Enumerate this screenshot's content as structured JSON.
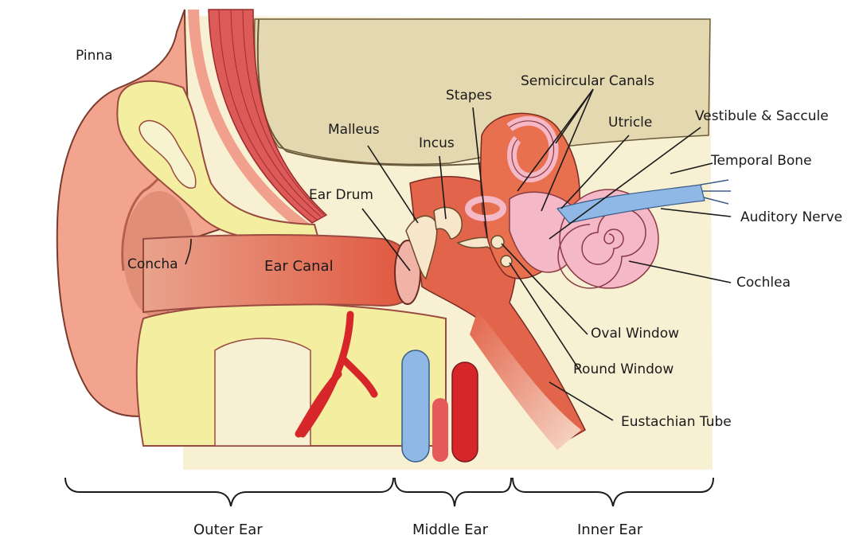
{
  "labels": {
    "pinna": "Pinna",
    "concha": "Concha",
    "ear_canal": "Ear Canal",
    "ear_drum": "Ear Drum",
    "malleus": "Malleus",
    "incus": "Incus",
    "stapes": "Stapes",
    "semicircular_canals": "Semicircular Canals",
    "utricle": "Utricle",
    "vestibule_saccule": "Vestibule & Saccule",
    "temporal_bone": "Temporal Bone",
    "auditory_nerve": "Auditory Nerve",
    "cochlea": "Cochlea",
    "oval_window": "Oval Window",
    "round_window": "Round Window",
    "eustachian_tube": "Eustachian Tube"
  },
  "sections": {
    "outer_ear": "Outer Ear",
    "middle_ear": "Middle Ear",
    "inner_ear": "Inner Ear"
  },
  "colors": {
    "skin": "#f2a48e",
    "skin_dark": "#d9846c",
    "cartilage": "#f3eea0",
    "bone_bg": "#f8f0d2",
    "skull": "#e8dcb4",
    "canal": "#e2644a",
    "labyrinth": "#f4b8c6",
    "nerve": "#8fb8e6",
    "artery": "#d6262a"
  }
}
